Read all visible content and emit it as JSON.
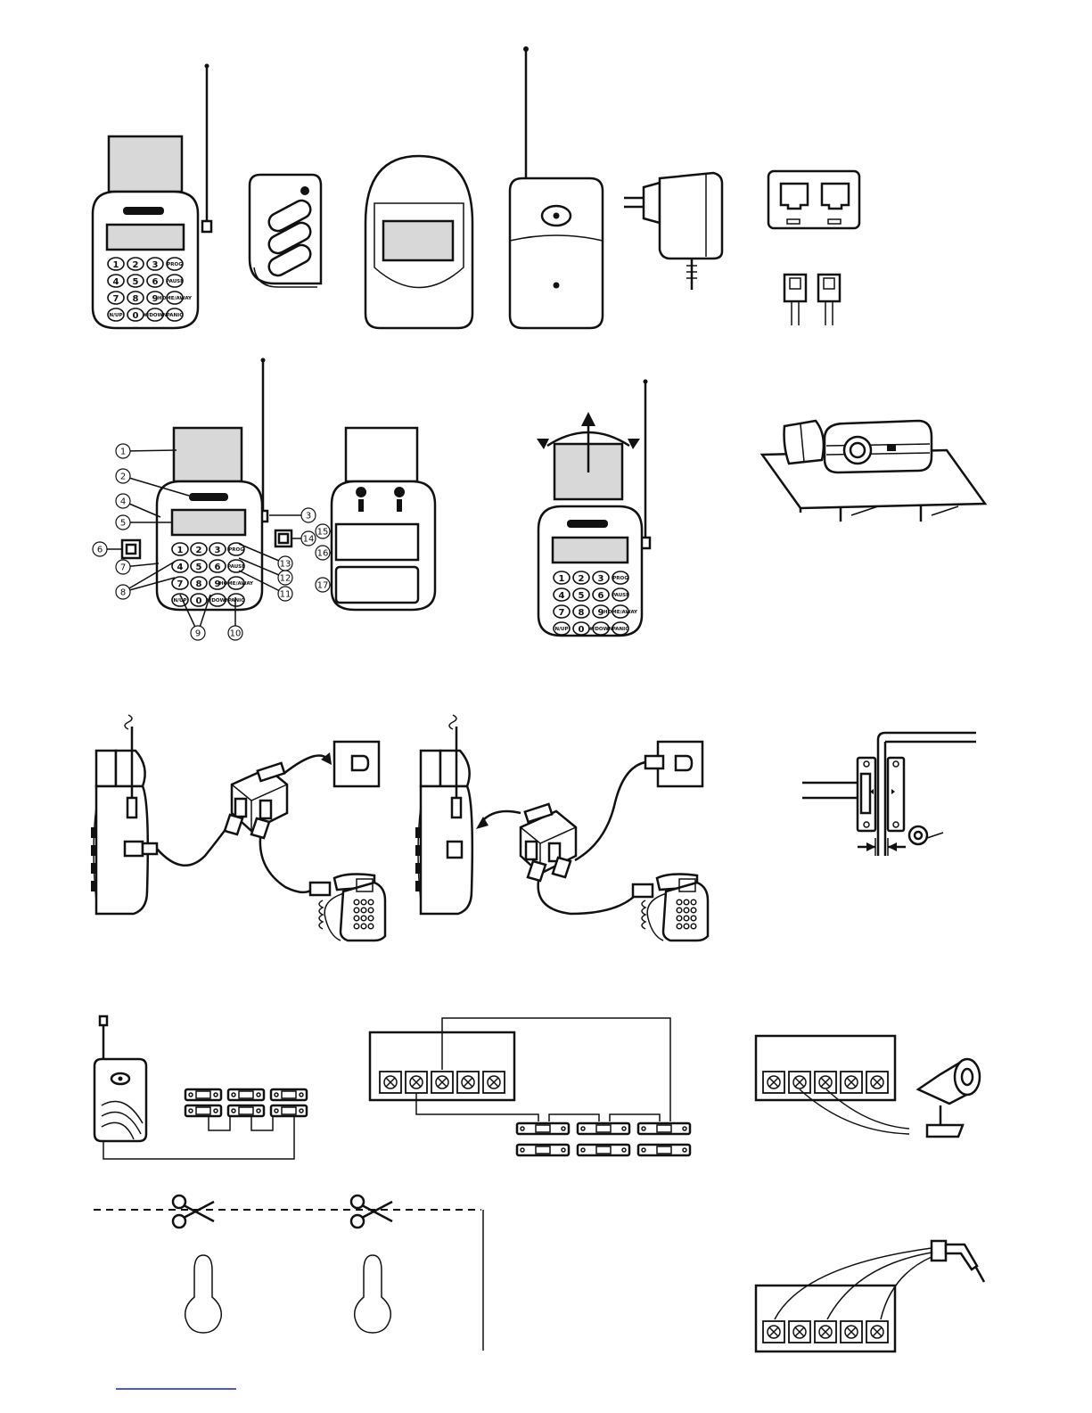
{
  "keypad": {
    "keys": [
      "1",
      "2",
      "3",
      "PROG",
      "4",
      "5",
      "6",
      "PAUSE",
      "7",
      "8",
      "9",
      "HOME/AWAY",
      "N/UP",
      "0",
      "#/DOWN",
      "PANIC"
    ]
  },
  "callouts": [
    "1",
    "2",
    "3",
    "4",
    "5",
    "6",
    "7",
    "8",
    "9",
    "10",
    "11",
    "12",
    "13",
    "14",
    "15",
    "16",
    "17"
  ],
  "colors": {
    "line": "#111111",
    "lcd_fill": "#d8d8d8",
    "link": "#1a1ae6"
  }
}
